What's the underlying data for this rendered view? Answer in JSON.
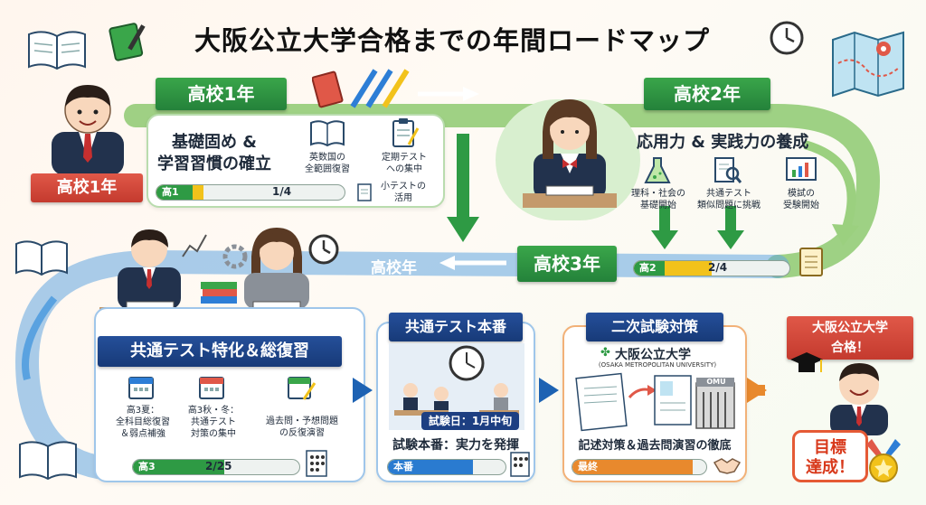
{
  "title": "大阪公立大学合格までの年間ロードマップ",
  "year1": {
    "ribbon": "高校1年",
    "badge": "高校1年",
    "heading_line1": "基礎固め &",
    "heading_line2": "学習習慣の確立",
    "items": [
      "英数国の",
      "全範囲復習",
      "定期テスト",
      "への集中",
      "小テストの",
      "活用"
    ],
    "progress": {
      "label": "高1",
      "value_text": "1/4",
      "fraction": 0.25
    }
  },
  "year2": {
    "ribbon": "高校2年",
    "heading": "応用力 & 実践力の養成",
    "items": [
      "理科・社会の",
      "基礎開始",
      "共通テスト",
      "類似問題に挑戦",
      "模試の",
      "受験開始"
    ],
    "progress": {
      "label": "高2",
      "value_text": "2/4",
      "fraction": 0.5
    }
  },
  "year3": {
    "arrow_text": "高校年",
    "ribbon": "高校3年",
    "phase_ribbon": "共通テスト特化＆総復習",
    "items": [
      "高3夏：",
      "全科目総復習",
      "＆弱点補強",
      "高3秋・冬：",
      "共通テスト",
      "対策の集中",
      "過去問・予想問題",
      "の反復演習"
    ],
    "progress": {
      "label": "高3",
      "value_text": "2/25",
      "fraction": 0.55
    }
  },
  "exam": {
    "ribbon": "共通テスト本番",
    "date_badge": "試験日：1月中旬",
    "caption": "試験本番：実力を発揮",
    "progress": {
      "label": "本番",
      "fraction": 0.72
    }
  },
  "second": {
    "ribbon": "二次試験対策",
    "uni_name": "大阪公立大学",
    "uni_en": "(OSAKA METROPOLITAN UNIVERSITY)",
    "gate_text": "OMU",
    "caption": "記述対策＆過去問演習の徹底",
    "progress": {
      "label": "最終",
      "fraction": 0.9
    }
  },
  "goal": {
    "ribbon_line1": "大阪公立大学",
    "ribbon_line2": "合格！",
    "box_line1": "目標",
    "box_line2": "達成！"
  },
  "colors": {
    "green": "#2e9a44",
    "blue": "#2a7bd0",
    "navy": "#1d3f82",
    "orange": "#e8892d",
    "red": "#d9483a",
    "yellow": "#f2c21b"
  }
}
